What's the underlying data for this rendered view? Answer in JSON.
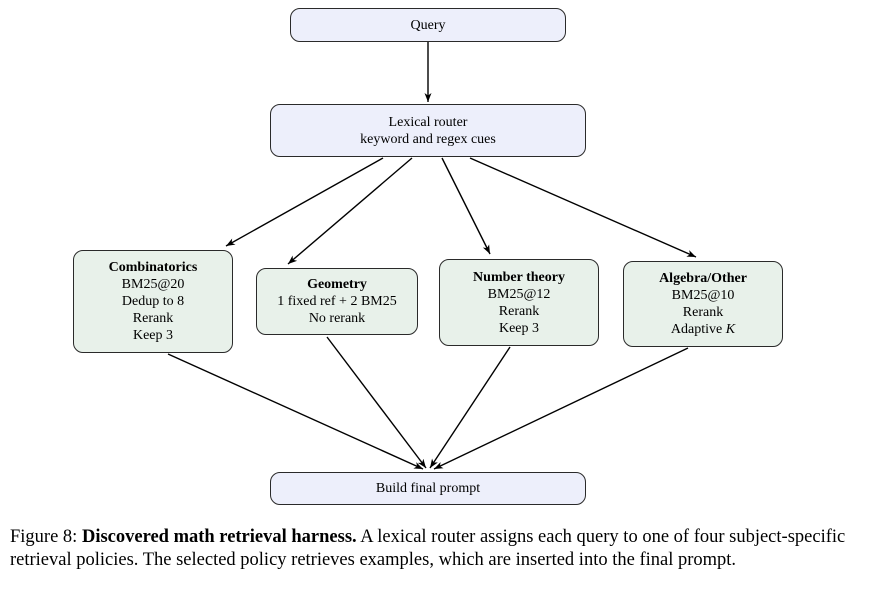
{
  "diagram": {
    "query": {
      "label": "Query"
    },
    "router": {
      "line1": "Lexical router",
      "line2": "keyword and regex cues"
    },
    "combinatorics": {
      "title": "Combinatorics",
      "lines": [
        "BM25@20",
        "Dedup to 8",
        "Rerank",
        "Keep 3"
      ]
    },
    "geometry": {
      "title": "Geometry",
      "lines": [
        "1 fixed ref + 2 BM25",
        "No rerank"
      ]
    },
    "number_theory": {
      "title": "Number theory",
      "lines": [
        "BM25@12",
        "Rerank",
        "Keep 3"
      ]
    },
    "algebra": {
      "title": "Algebra/Other",
      "lines": [
        "BM25@10",
        "Rerank"
      ],
      "adaptive_word": "Adaptive",
      "adaptive_var": "K"
    },
    "build": {
      "label": "Build final prompt"
    },
    "colors": {
      "lavender_fill": "#edeffb",
      "green_fill": "#e8f1ea",
      "node_border": "#2a2a2a",
      "arrow": "#000000"
    }
  },
  "caption": {
    "figure_label": "Figure 8:",
    "bold_title": "Discovered math retrieval harness.",
    "body": "A lexical router assigns each query to one of four subject-specific retrieval policies. The selected policy retrieves examples, which are inserted into the final prompt."
  }
}
